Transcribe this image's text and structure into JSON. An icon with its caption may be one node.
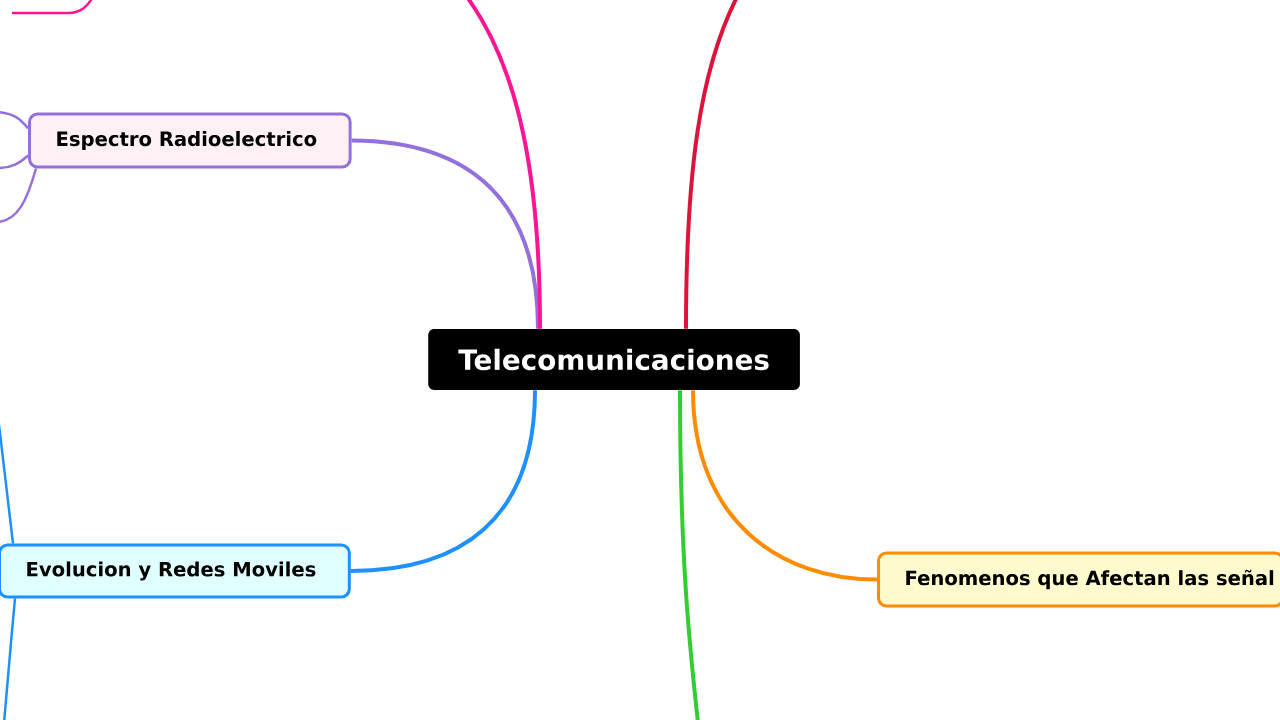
{
  "diagram": {
    "nodes": [
      {
        "text": [
          "Telecomunicaciones"
        ]
      },
      {
        "text": [
          "Espectro Radioelectrico"
        ]
      },
      {
        "text": [
          "Evolucion y Redes Moviles"
        ]
      },
      {
        "text": [
          "Fenomenos que Afectan las señal"
        ]
      }
    ],
    "edges": [
      {
        "from": 0,
        "to": 1,
        "arrow": "none",
        "color": "#9370db"
      },
      {
        "from": 0,
        "to": 2,
        "arrow": "none",
        "color": "#1e90ff"
      },
      {
        "from": 0,
        "to": 3,
        "arrow": "none",
        "color": "#ff8c00"
      },
      {
        "from": 0,
        "to": null,
        "arrow": "none",
        "color": "#ff1493"
      },
      {
        "from": 0,
        "to": null,
        "arrow": "none",
        "color": "#dc143c"
      },
      {
        "from": 0,
        "to": null,
        "arrow": "none",
        "color": "#32cd32"
      },
      {
        "from": 1,
        "to": null,
        "arrow": "none",
        "color": "#9370db"
      },
      {
        "from": 1,
        "to": null,
        "arrow": "none",
        "color": "#9370db"
      },
      {
        "from": 1,
        "to": null,
        "arrow": "none",
        "color": "#9370db"
      },
      {
        "from": 2,
        "to": null,
        "arrow": "none",
        "color": "#1e90ff"
      },
      {
        "from": 2,
        "to": null,
        "arrow": "none",
        "color": "#1e90ff"
      }
    ]
  }
}
